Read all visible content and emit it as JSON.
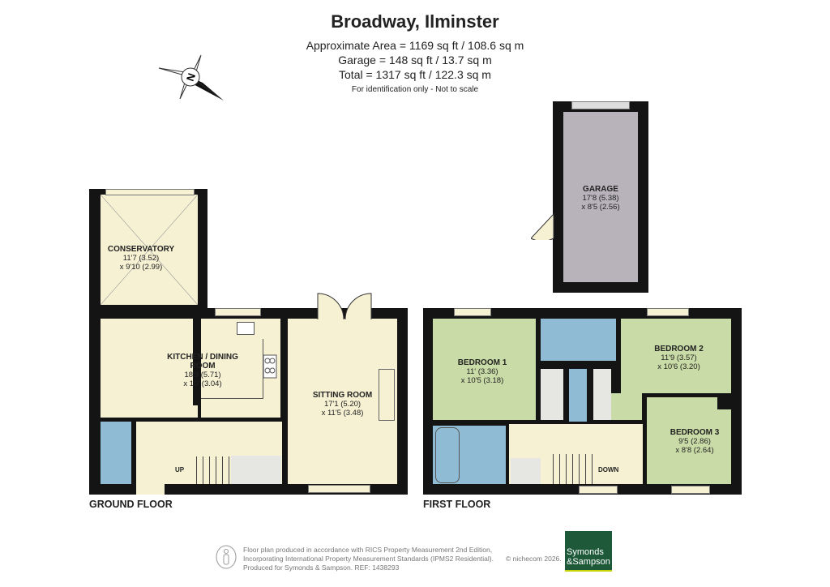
{
  "header": {
    "title": "Broadway, Ilminster",
    "area_lines": [
      "Approximate Area = 1169 sq ft / 108.6 sq m",
      "Garage = 148 sq ft / 13.7 sq m",
      "Total = 1317 sq ft / 122.3 sq m"
    ],
    "note": "For identification only - Not to scale"
  },
  "compass": {
    "label": "N",
    "icon": "compass-north-icon"
  },
  "ground_floor": {
    "label": "GROUND FLOOR",
    "rooms": [
      {
        "name": "CONSERVATORY",
        "dim1": "11'7 (3.52)",
        "dim2": "x 9'10 (2.99)"
      },
      {
        "name": "KITCHEN / DINING ROOM",
        "dim1": "18'9 (5.71)",
        "dim2": "x 10' (3.04)"
      },
      {
        "name": "SITTING ROOM",
        "dim1": "17'1 (5.20)",
        "dim2": "x 11'5 (3.48)"
      }
    ],
    "stairs_label": "UP"
  },
  "first_floor": {
    "label": "FIRST FLOOR",
    "rooms": [
      {
        "name": "BEDROOM 1",
        "dim1": "11' (3.36)",
        "dim2": "x 10'5 (3.18)"
      },
      {
        "name": "BEDROOM 2",
        "dim1": "11'9 (3.57)",
        "dim2": "x 10'6 (3.20)"
      },
      {
        "name": "BEDROOM 3",
        "dim1": "9'5 (2.86)",
        "dim2": "x 8'8 (2.64)"
      }
    ],
    "stairs_label": "DOWN"
  },
  "garage": {
    "name": "GARAGE",
    "dim1": "17'8 (5.38)",
    "dim2": "x 8'5 (2.56)"
  },
  "footer": {
    "lines": [
      "Floor plan produced in accordance with RICS Property Measurement 2nd Edition,",
      "Incorporating International Property Measurement Standards (IPMS2 Residential).",
      "Produced for Symonds & Sampson.   REF:  1438293"
    ],
    "copyright": "© nichecom 2026.",
    "logo_line1": "Symonds",
    "logo_line2": "&Sampson"
  },
  "colors": {
    "wall": "#141414",
    "hall": "#f6f1d3",
    "bedroom": "#c9dba6",
    "bathroom": "#8fbcd4",
    "garage": "#b8b3bb",
    "logo": "#1e5a3a"
  }
}
